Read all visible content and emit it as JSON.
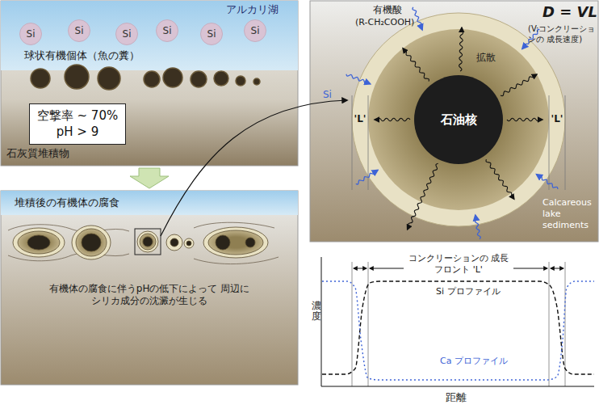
{
  "diagram": {
    "nodes": [
      {
        "text": [
          "Si"
        ]
      },
      {
        "text": [
          "Si"
        ]
      },
      {
        "text": [
          "Si"
        ]
      },
      {
        "text": [
          "Si"
        ]
      },
      {
        "text": [
          "Si"
        ]
      },
      {
        "text": [
          "Si"
        ]
      },
      {
        "text": [
          "空撃率 ~ 70% pH > 9"
        ]
      },
      {
        "text": [
          "石油核"
        ]
      }
    ],
    "labels": [
      "アルカリ湖",
      "球状有機個体（魚の糞）",
      "石灰質堆積物",
      "堆積後の有機体の腐食",
      "有機体の腐食に伴うpHの低下によって 周辺にシリカ成分の沈澱が生じる",
      "有機酸",
      "(R-CH₂COOH)",
      "拡散",
      "Si",
      "'L'",
      "'L'",
      "D = VL",
      "(V:コンクリーションの 成長速度)",
      "Calcareous lake sediments",
      "コンクリーションの 成長フロント 'L'",
      "Si プロファイル",
      "濃度",
      "Ca プロファイル",
      "距離"
    ]
  }
}
